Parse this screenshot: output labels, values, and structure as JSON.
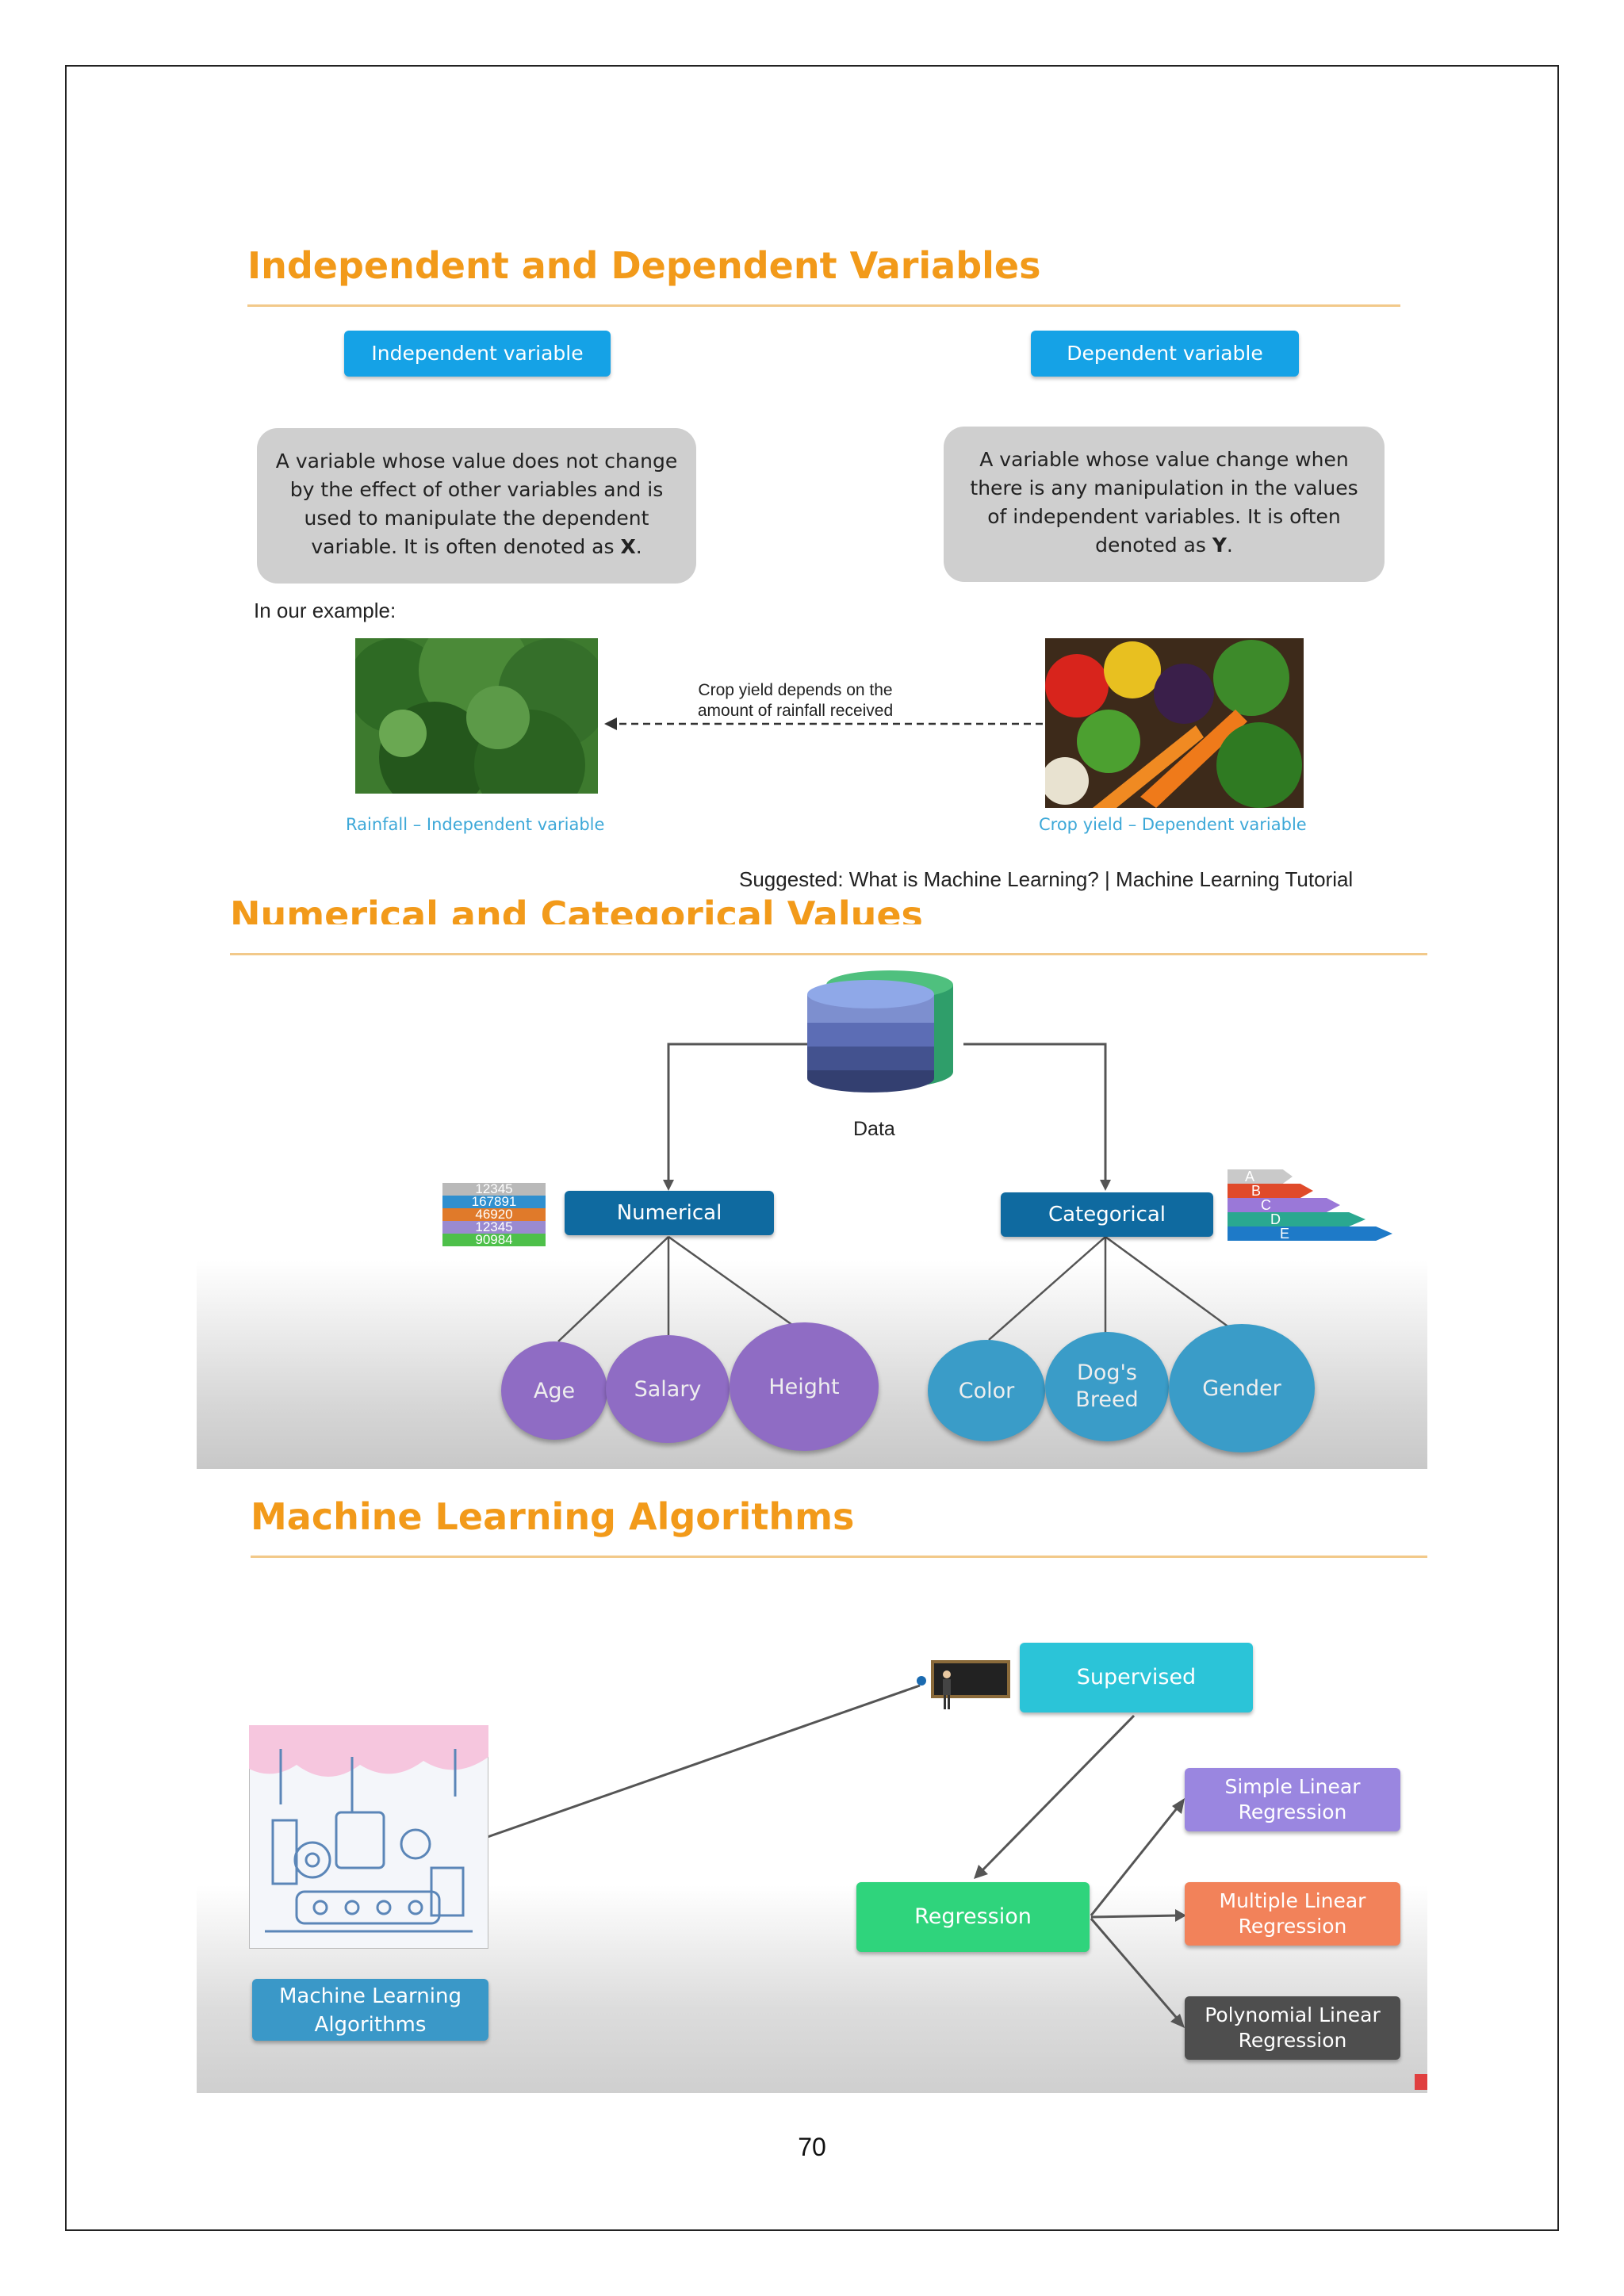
{
  "section1": {
    "title": "Independent and Dependent Variables",
    "independent_label": "Independent variable",
    "dependent_label": "Dependent variable",
    "independent_desc": "A variable whose value does not change by the effect of other variables and is used to manipulate the dependent variable. It is often denoted as",
    "independent_symbol": "X",
    "dependent_desc": "A variable whose value change when there is any manipulation in the values of independent variables. It is often denoted as",
    "dependent_symbol": "Y",
    "example_label": "In our example:",
    "arrow_text_line1": "Crop yield depends on the",
    "arrow_text_line2": "amount of rainfall received",
    "rainfall_caption": "Rainfall – Independent variable",
    "crop_caption": "Crop yield – Dependent variable",
    "suggested": "Suggested: What is Machine Learning? | Machine Learning Tutorial"
  },
  "section2": {
    "title": "Numerical and Categorical Values",
    "data_label": "Data",
    "numerical_label": "Numerical",
    "categorical_label": "Categorical",
    "numbers": [
      "12345",
      "167891",
      "46920",
      "12345",
      "90984"
    ],
    "letters": [
      "A",
      "B",
      "C",
      "D",
      "E"
    ],
    "numerical_items": [
      "Age",
      "Salary",
      "Height"
    ],
    "categorical_items": [
      "Color",
      "Dog's Breed",
      "Gender"
    ]
  },
  "section3": {
    "title": "Machine Learning Algorithms",
    "ml_label": "Machine Learning Algorithms",
    "supervised_label": "Supervised",
    "regression_label": "Regression",
    "simple_label": "Simple Linear Regression",
    "multiple_label": "Multiple Linear Regression",
    "polynomial_label": "Polynomial Linear Regression"
  },
  "page_number": "70",
  "colors": {
    "title_orange": "#f29a1a",
    "pill_blue": "#15a2e6",
    "navy": "#0f6aa0",
    "purple": "#8f6cc4",
    "teal": "#2bc4d8",
    "green": "#2fd47c"
  }
}
